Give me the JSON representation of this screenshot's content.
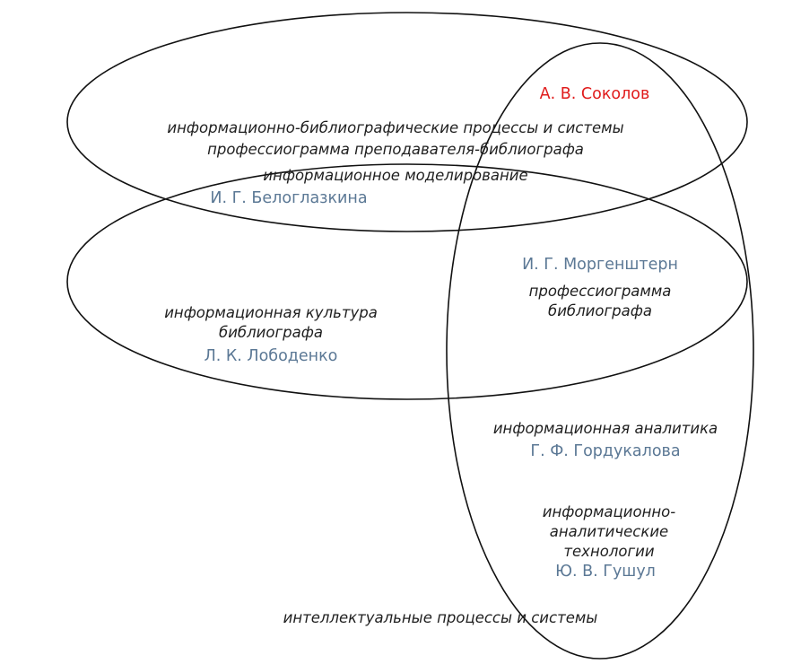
{
  "colors": {
    "stroke": "#111111",
    "topic_text": "#1f1f1f",
    "author_text": "#5b7895",
    "highlight_author": "#e01b1b"
  },
  "authors": {
    "sokolov": "А. В. Соколов",
    "beloglazkina": "И. Г. Белоглазкина",
    "morgenshtern": "И. Г. Моргенштерн",
    "lobodenko": "Л. К. Лободенко",
    "gordukalova": "Г. Ф. Гордукалова",
    "gushul": "Ю. В. Гушул"
  },
  "topics": {
    "info_bib_processes": "информационно-библиографические процессы и системы",
    "profile_teacher": "профессиограмма преподавателя-библиографа",
    "info_modeling": "информационное моделирование",
    "profile_bibliographer": [
      "профессиограмма",
      "библиографа"
    ],
    "info_culture": [
      "информационная культура",
      "библиографа"
    ],
    "info_analytics": "информационная аналитика",
    "info_analytic_tech": [
      "информационно-",
      "аналитические",
      "технологии"
    ],
    "intellectual_processes": "интеллектуальные процессы и системы"
  }
}
